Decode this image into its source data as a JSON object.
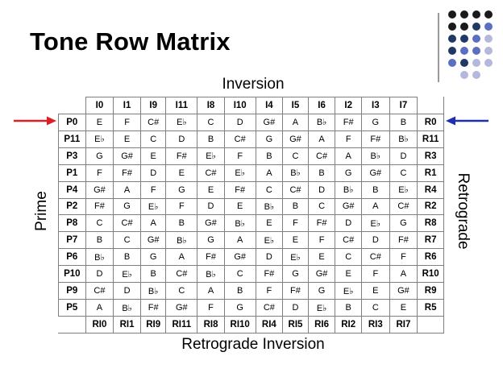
{
  "title": "Tone Row Matrix",
  "labels": {
    "top": "Inversion",
    "bottom": "Retrograde Inversion",
    "left": "Prime",
    "right": "Retrograde"
  },
  "arrows": {
    "left_color": "#dd1f26",
    "right_color": "#1f2fb0"
  },
  "decoration_colors": {
    "black": "#1a1a1a",
    "navy": "#1f3864",
    "blue": "#5b6fc0",
    "lavender": "#b4b8dc"
  },
  "matrix": {
    "column_headers": [
      "I0",
      "I1",
      "I9",
      "I11",
      "I8",
      "I10",
      "I4",
      "I5",
      "I6",
      "I2",
      "I3",
      "I7"
    ],
    "footer_headers": [
      "RI0",
      "RI1",
      "RI9",
      "RI11",
      "RI8",
      "RI10",
      "RI4",
      "RI5",
      "RI6",
      "RI2",
      "RI3",
      "RI7"
    ],
    "rows": [
      {
        "prime": "P0",
        "retrograde": "R0",
        "cells": [
          "E",
          "F",
          "C#",
          "E♭",
          "C",
          "D",
          "G#",
          "A",
          "B♭",
          "F#",
          "G",
          "B"
        ]
      },
      {
        "prime": "P11",
        "retrograde": "R11",
        "cells": [
          "E♭",
          "E",
          "C",
          "D",
          "B",
          "C#",
          "G",
          "G#",
          "A",
          "F",
          "F#",
          "B♭"
        ]
      },
      {
        "prime": "P3",
        "retrograde": "R3",
        "cells": [
          "G",
          "G#",
          "E",
          "F#",
          "E♭",
          "F",
          "B",
          "C",
          "C#",
          "A",
          "B♭",
          "D"
        ]
      },
      {
        "prime": "P1",
        "retrograde": "R1",
        "cells": [
          "F",
          "F#",
          "D",
          "E",
          "C#",
          "E♭",
          "A",
          "B♭",
          "B",
          "G",
          "G#",
          "C"
        ]
      },
      {
        "prime": "P4",
        "retrograde": "R4",
        "cells": [
          "G#",
          "A",
          "F",
          "G",
          "E",
          "F#",
          "C",
          "C#",
          "D",
          "B♭",
          "B",
          "E♭"
        ]
      },
      {
        "prime": "P2",
        "retrograde": "R2",
        "cells": [
          "F#",
          "G",
          "E♭",
          "F",
          "D",
          "E",
          "B♭",
          "B",
          "C",
          "G#",
          "A",
          "C#"
        ]
      },
      {
        "prime": "P8",
        "retrograde": "R8",
        "cells": [
          "C",
          "C#",
          "A",
          "B",
          "G#",
          "B♭",
          "E",
          "F",
          "F#",
          "D",
          "E♭",
          "G"
        ]
      },
      {
        "prime": "P7",
        "retrograde": "R7",
        "cells": [
          "B",
          "C",
          "G#",
          "B♭",
          "G",
          "A",
          "E♭",
          "E",
          "F",
          "C#",
          "D",
          "F#"
        ]
      },
      {
        "prime": "P6",
        "retrograde": "R6",
        "cells": [
          "B♭",
          "B",
          "G",
          "A",
          "F#",
          "G#",
          "D",
          "E♭",
          "E",
          "C",
          "C#",
          "F"
        ]
      },
      {
        "prime": "P10",
        "retrograde": "R10",
        "cells": [
          "D",
          "E♭",
          "B",
          "C#",
          "B♭",
          "C",
          "F#",
          "G",
          "G#",
          "E",
          "F",
          "A"
        ]
      },
      {
        "prime": "P9",
        "retrograde": "R9",
        "cells": [
          "C#",
          "D",
          "B♭",
          "C",
          "A",
          "B",
          "F",
          "F#",
          "G",
          "E♭",
          "E",
          "G#"
        ]
      },
      {
        "prime": "P5",
        "retrograde": "R5",
        "cells": [
          "A",
          "B♭",
          "F#",
          "G#",
          "F",
          "G",
          "C#",
          "D",
          "E♭",
          "B",
          "C",
          "E"
        ]
      }
    ]
  }
}
